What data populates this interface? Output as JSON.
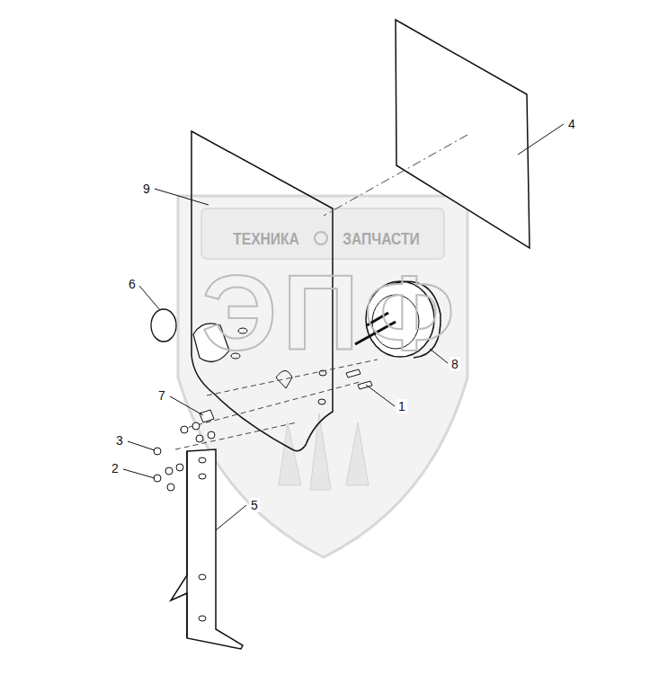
{
  "diagram": {
    "labels": [
      "4",
      "9",
      "ТЕХНИКА",
      "ЗАПЧАСТИ",
      "6",
      "ЭПФ",
      "8",
      "7",
      "1",
      "3",
      "2",
      "5"
    ]
  }
}
